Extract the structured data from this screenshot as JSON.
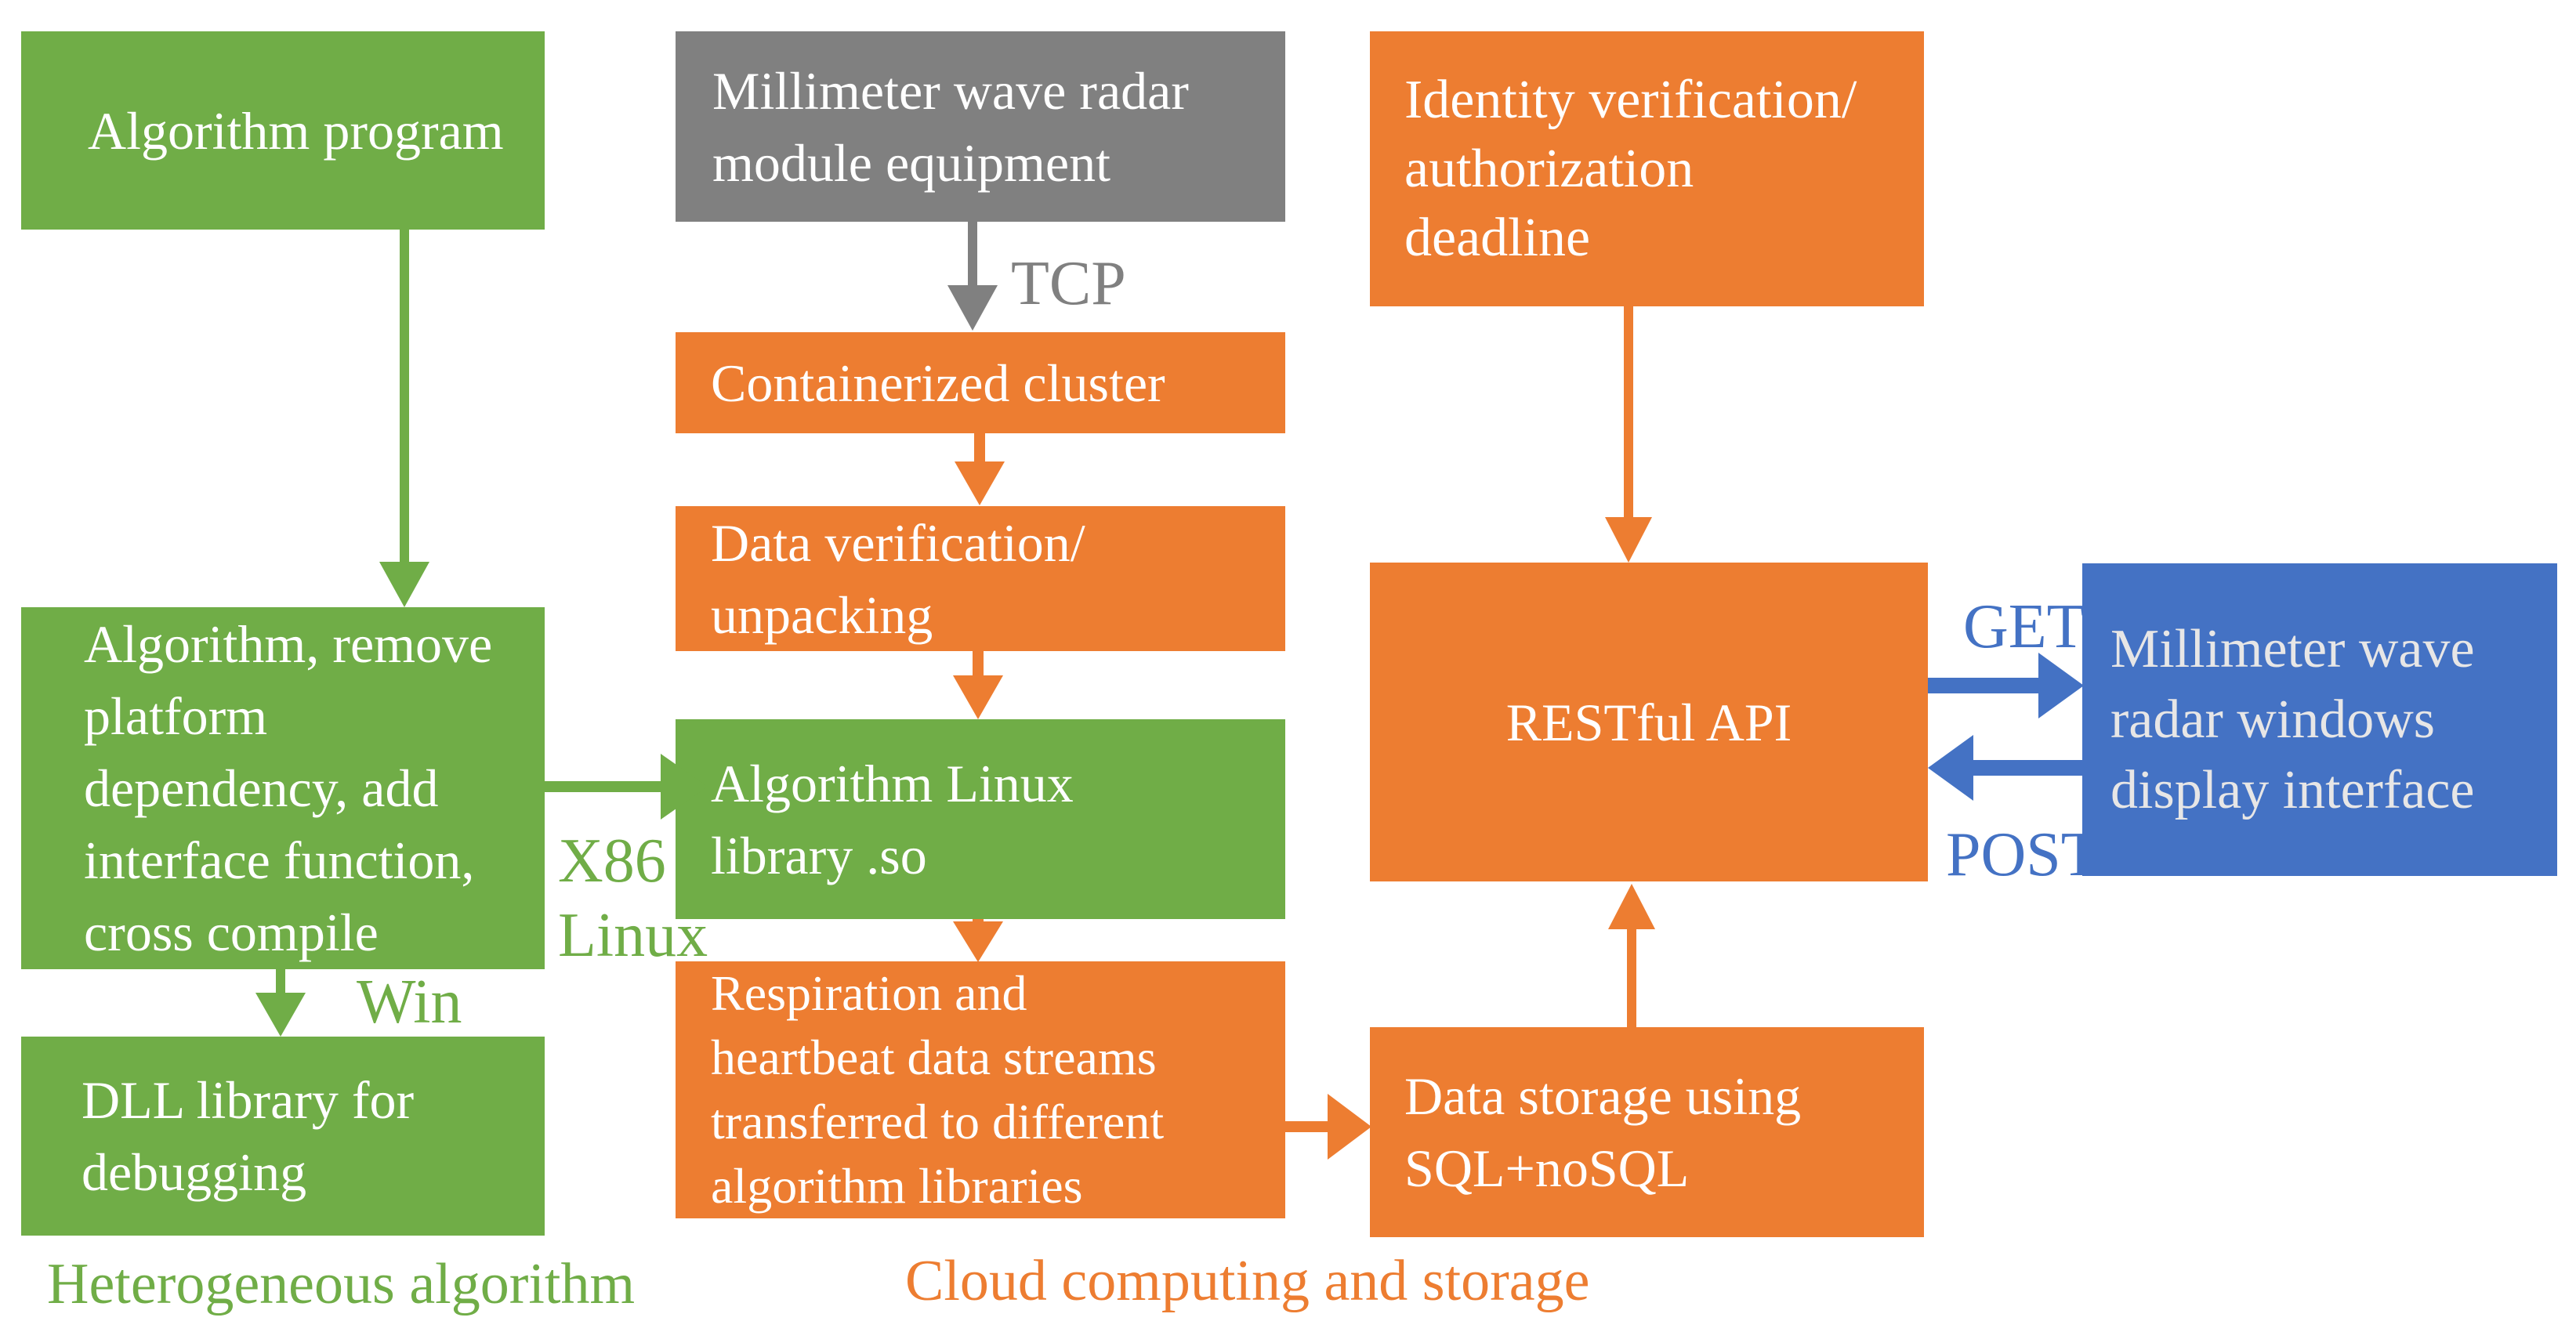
{
  "nodes": {
    "algorithm_program": {
      "text": "Algorithm program"
    },
    "radar_equipment": {
      "text": "Millimeter wave radar\nmodule equipment"
    },
    "identity_verification": {
      "text": "Identity verification/\nauthorization\ndeadline"
    },
    "containerized_cluster": {
      "text": "Containerized cluster"
    },
    "data_verification": {
      "text": "Data verification/\nunpacking"
    },
    "algorithm_linux_library": {
      "text": "Algorithm Linux\nlibrary .so"
    },
    "algorithm_cross_compile": {
      "text": "Algorithm, remove\nplatform\ndependency, add\ninterface function,\ncross compile"
    },
    "dll_library": {
      "text": "DLL library for\ndebugging"
    },
    "respiration_streams": {
      "text": "Respiration and\nheartbeat data streams\ntransferred to different\nalgorithm libraries"
    },
    "restful_api": {
      "text": "RESTful API"
    },
    "data_storage": {
      "text": "Data storage using\nSQL+noSQL"
    },
    "radar_display": {
      "text": "Millimeter wave\nradar windows\ndisplay interface"
    }
  },
  "labels": {
    "tcp": "TCP",
    "x86_linux": "X86\nLinux",
    "win": "Win",
    "get": "GET",
    "post": "POST"
  },
  "captions": {
    "left": "Heterogeneous algorithm",
    "right": "Cloud computing and storage"
  },
  "colors": {
    "green": "#70AD47",
    "orange": "#ED7D31",
    "gray": "#808080",
    "blue": "#4472C4",
    "blue_box_text": "#E7E6E6",
    "box_text": "#FFFFFF"
  }
}
